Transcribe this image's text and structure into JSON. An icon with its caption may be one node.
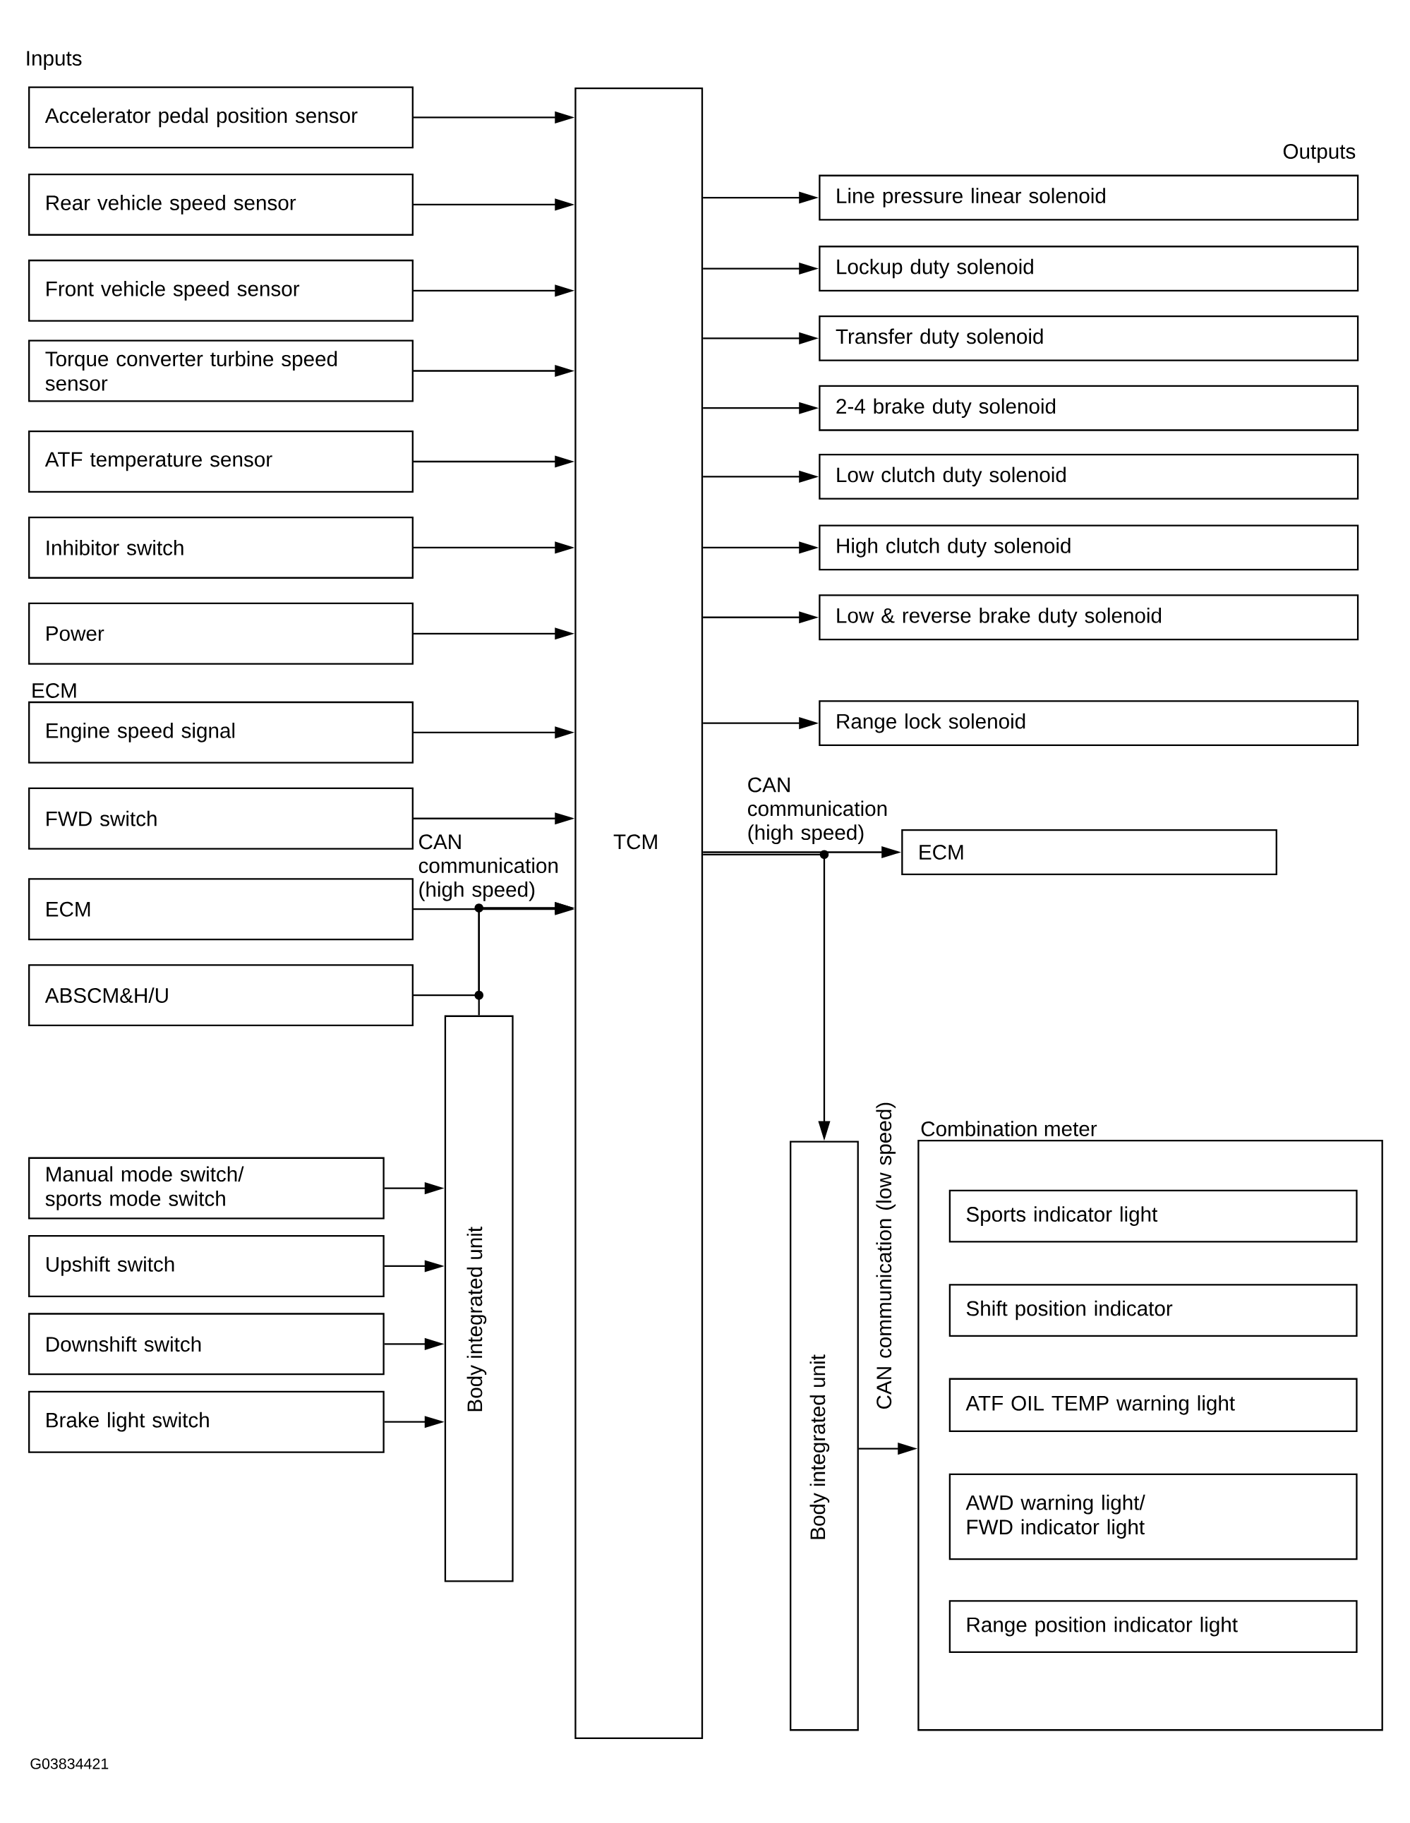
{
  "diagram": {
    "nodes": [
      {
        "text": [
          "Accelerator pedal position sensor"
        ]
      },
      {
        "text": [
          "Rear vehicle speed sensor"
        ]
      },
      {
        "text": [
          "Front vehicle speed sensor"
        ]
      },
      {
        "text": [
          "Torque converter turbine speed sensor"
        ]
      },
      {
        "text": [
          "ATF temperature sensor"
        ]
      },
      {
        "text": [
          "Inhibitor switch"
        ]
      },
      {
        "text": [
          "Power"
        ]
      },
      {
        "text": [
          "ECM",
          "Engine speed signal"
        ]
      },
      {
        "text": [
          "FWD switch"
        ]
      },
      {
        "text": [
          "ECM"
        ]
      },
      {
        "text": [
          "ABSCM&H/U"
        ]
      },
      {
        "text": [
          "Manual mode switch/ sports mode switch"
        ]
      },
      {
        "text": [
          "Upshift switch"
        ]
      },
      {
        "text": [
          "Downshift switch"
        ]
      },
      {
        "text": [
          "Brake light switch"
        ]
      },
      {
        "text": [
          "Body integrated unit"
        ]
      },
      {
        "text": [
          "TCM"
        ]
      },
      {
        "text": [
          "Line pressure linear solenoid"
        ]
      },
      {
        "text": [
          "Lockup duty solenoid"
        ]
      },
      {
        "text": [
          "Transfer duty solenoid"
        ]
      },
      {
        "text": [
          "2-4 brake duty solenoid"
        ]
      },
      {
        "text": [
          "Low clutch duty solenoid"
        ]
      },
      {
        "text": [
          "High clutch duty solenoid"
        ]
      },
      {
        "text": [
          "Low & reverse brake duty solenoid"
        ]
      },
      {
        "text": [
          "Range lock solenoid"
        ]
      },
      {
        "text": [
          "ECM"
        ]
      },
      {
        "text": [
          "Body integrated unit"
        ]
      },
      {
        "text": [
          "Combination meter"
        ]
      },
      {
        "text": [
          "Sports indicator light"
        ],
        "in": 27
      },
      {
        "text": [
          "Shift position indicator"
        ],
        "in": 27
      },
      {
        "text": [
          "ATF OIL TEMP warning light"
        ],
        "in": 27
      },
      {
        "text": [
          "AWD warning light/ FWD indicator light"
        ],
        "in": 27
      },
      {
        "text": [
          "Range position indicator light"
        ],
        "in": 27
      }
    ],
    "edges": [
      {
        "from": 0,
        "to": 16,
        "arrow": "to"
      },
      {
        "from": 1,
        "to": 16,
        "arrow": "to"
      },
      {
        "from": 2,
        "to": 16,
        "arrow": "to"
      },
      {
        "from": 3,
        "to": 16,
        "arrow": "to"
      },
      {
        "from": 4,
        "to": 16,
        "arrow": "to"
      },
      {
        "from": 5,
        "to": 16,
        "arrow": "to"
      },
      {
        "from": 6,
        "to": 16,
        "arrow": "to"
      },
      {
        "from": 7,
        "to": 16,
        "arrow": "to"
      },
      {
        "from": 8,
        "to": 16,
        "arrow": "to"
      },
      {
        "from": 9,
        "to": 16,
        "arrow": "to",
        "label": "CAN communication (high speed)"
      },
      {
        "from": 10,
        "to": 16,
        "arrow": "to"
      },
      {
        "from": 15,
        "to": 16,
        "arrow": "to"
      },
      {
        "from": 11,
        "to": 15,
        "arrow": "to"
      },
      {
        "from": 12,
        "to": 15,
        "arrow": "to"
      },
      {
        "from": 13,
        "to": 15,
        "arrow": "to"
      },
      {
        "from": 14,
        "to": 15,
        "arrow": "to"
      },
      {
        "from": 16,
        "to": 17,
        "arrow": "to"
      },
      {
        "from": 16,
        "to": 18,
        "arrow": "to"
      },
      {
        "from": 16,
        "to": 19,
        "arrow": "to"
      },
      {
        "from": 16,
        "to": 20,
        "arrow": "to"
      },
      {
        "from": 16,
        "to": 21,
        "arrow": "to"
      },
      {
        "from": 16,
        "to": 22,
        "arrow": "to"
      },
      {
        "from": 16,
        "to": 23,
        "arrow": "to"
      },
      {
        "from": 16,
        "to": 24,
        "arrow": "to"
      },
      {
        "from": 16,
        "to": 25,
        "arrow": "to",
        "label": "CAN communication (high speed)"
      },
      {
        "from": 16,
        "to": 26,
        "arrow": "to"
      },
      {
        "from": 26,
        "to": 27,
        "arrow": "to",
        "label": "CAN communication (low speed)"
      }
    ],
    "labels": [
      "Inputs",
      "Outputs",
      "G03834421"
    ]
  }
}
